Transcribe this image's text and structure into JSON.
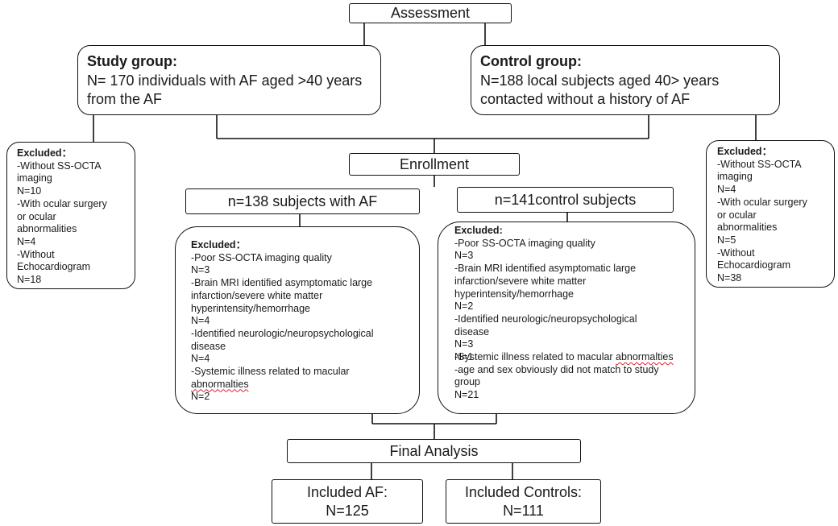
{
  "assessment": "Assessment",
  "study_group": {
    "title": "Study group:",
    "line1": "N= 170 individuals with AF aged >40 years",
    "line2": "from the AF"
  },
  "control_group": {
    "title": "Control group:",
    "line1": "N=188 local subjects aged 40> years",
    "line2": "contacted without a history of AF"
  },
  "enrollment": "Enrollment",
  "af_subjects": "n=138 subjects with AF",
  "control_subjects": "n=141control subjects",
  "excluded_left": {
    "title": "Excluded：",
    "lines": [
      "-Without SS-OCTA",
      "imaging",
      "N=10",
      "-With ocular surgery",
      "or ocular",
      "abnormalities",
      "N=4",
      "-Without",
      "Echocardiogram",
      "N=18"
    ]
  },
  "excluded_right": {
    "title": "Excluded：",
    "lines": [
      "-Without SS-OCTA",
      "imaging",
      "N=4",
      "-With ocular surgery",
      "or ocular",
      "abnormalities",
      "N=5",
      "-Without",
      "Echocardiogram",
      "N=38"
    ]
  },
  "excluded_af": {
    "title": "Excluded：",
    "lines": [
      "-Poor SS-OCTA imaging quality",
      "N=3",
      "-Brain MRI identified asymptomatic large",
      "infarction/severe white matter",
      "hyperintensity/hemorrhage",
      "N=4",
      "-Identified neurologic/neuropsychological",
      "disease",
      "N=4",
      "-Systemic illness related to macular",
      "abnormalties",
      "N=2"
    ]
  },
  "excluded_control": {
    "title": "Excluded:",
    "lines": [
      "-Poor SS-OCTA imaging quality",
      "N=3",
      "-Brain MRI identified asymptomatic large",
      "infarction/severe white matter",
      "hyperintensity/hemorrhage",
      "N=2",
      "-Identified neurologic/neuropsychological",
      "disease",
      "N=3",
      "-Systemic illness related to macular",
      "abnormalties",
      "N=1",
      "-age and sex obviously did not match to study",
      "group",
      "N=21"
    ]
  },
  "final_analysis": "Final Analysis",
  "included_af": {
    "line1": "Included AF:",
    "line2": "N=125"
  },
  "included_controls": {
    "line1": "Included Controls:",
    "line2": "N=111"
  }
}
